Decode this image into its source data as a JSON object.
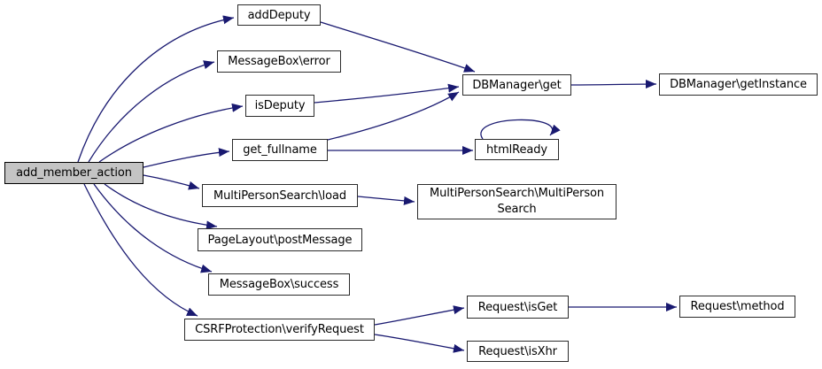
{
  "diagram": {
    "type": "call-graph",
    "background_color": "#ffffff",
    "edge_color": "#191970",
    "node_fill": "#ffffff",
    "node_border_color": "#2b2b2b",
    "root_node_fill": "#c4c4c4",
    "text_color": "#000000",
    "root": "add_member_action",
    "nodes": [
      {
        "id": "add_member_action",
        "label": "add_member_action"
      },
      {
        "id": "addDeputy",
        "label": "addDeputy"
      },
      {
        "id": "MessageBox_error",
        "label": "MessageBox\\error"
      },
      {
        "id": "isDeputy",
        "label": "isDeputy"
      },
      {
        "id": "get_fullname",
        "label": "get_fullname"
      },
      {
        "id": "MultiPersonSearch_load",
        "label": "MultiPersonSearch\\load"
      },
      {
        "id": "PageLayout_postMessage",
        "label": "PageLayout\\postMessage"
      },
      {
        "id": "MessageBox_success",
        "label": "MessageBox\\success"
      },
      {
        "id": "CSRFProtection_verifyRequest",
        "label": "CSRFProtection\\verifyRequest"
      },
      {
        "id": "DBManager_get",
        "label": "DBManager\\get"
      },
      {
        "id": "DBManager_getInstance",
        "label": "DBManager\\getInstance"
      },
      {
        "id": "htmlReady",
        "label": "htmlReady"
      },
      {
        "id": "MultiPersonSearch_MultiPersonSearch",
        "label": "MultiPersonSearch\\MultiPersonSearch",
        "label_lines": [
          "MultiPersonSearch\\MultiPerson",
          "Search"
        ]
      },
      {
        "id": "Request_isGet",
        "label": "Request\\isGet"
      },
      {
        "id": "Request_method",
        "label": "Request\\method"
      },
      {
        "id": "Request_isXhr",
        "label": "Request\\isXhr"
      }
    ],
    "edges": [
      {
        "from": "add_member_action",
        "to": "addDeputy"
      },
      {
        "from": "add_member_action",
        "to": "MessageBox_error"
      },
      {
        "from": "add_member_action",
        "to": "isDeputy"
      },
      {
        "from": "add_member_action",
        "to": "get_fullname"
      },
      {
        "from": "add_member_action",
        "to": "MultiPersonSearch_load"
      },
      {
        "from": "add_member_action",
        "to": "PageLayout_postMessage"
      },
      {
        "from": "add_member_action",
        "to": "MessageBox_success"
      },
      {
        "from": "add_member_action",
        "to": "CSRFProtection_verifyRequest"
      },
      {
        "from": "addDeputy",
        "to": "DBManager_get"
      },
      {
        "from": "isDeputy",
        "to": "DBManager_get"
      },
      {
        "from": "get_fullname",
        "to": "DBManager_get"
      },
      {
        "from": "get_fullname",
        "to": "htmlReady"
      },
      {
        "from": "DBManager_get",
        "to": "DBManager_getInstance"
      },
      {
        "from": "htmlReady",
        "to": "htmlReady"
      },
      {
        "from": "MultiPersonSearch_load",
        "to": "MultiPersonSearch_MultiPersonSearch"
      },
      {
        "from": "CSRFProtection_verifyRequest",
        "to": "Request_isGet"
      },
      {
        "from": "CSRFProtection_verifyRequest",
        "to": "Request_isXhr"
      },
      {
        "from": "Request_isGet",
        "to": "Request_method"
      }
    ]
  }
}
